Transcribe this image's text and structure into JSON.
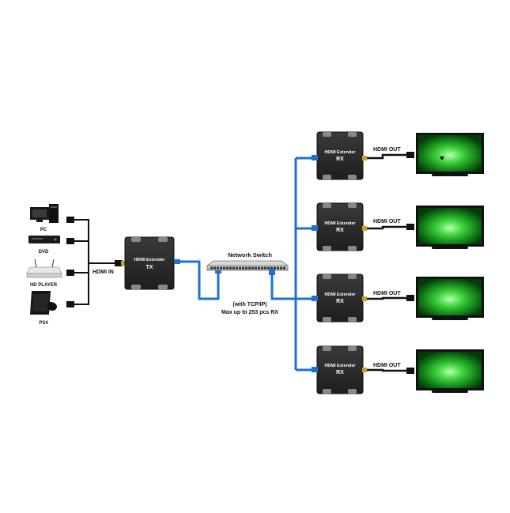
{
  "sources": [
    {
      "label": "PC",
      "icon": "pc-tower-monitor-icon"
    },
    {
      "label": "DVD",
      "icon": "dvd-player-icon"
    },
    {
      "label": "HD PLAYER",
      "icon": "hd-media-player-icon"
    },
    {
      "label": "PS4",
      "icon": "game-console-icon"
    }
  ],
  "hdmi_in_label": "HDMI IN",
  "transmitter": {
    "line1": "HDMI Extender",
    "line2": "TX"
  },
  "switch": {
    "label": "Network Switch"
  },
  "note": {
    "line1": "(with TCP/IP)",
    "line2": "Max up to 253 pcs RX"
  },
  "receivers": [
    {
      "line1": "HDMI Extender",
      "line2": "RX",
      "out_label": "HDMI OUT"
    },
    {
      "line1": "HDMI Extender",
      "line2": "RX",
      "out_label": "HDMI OUT"
    },
    {
      "line1": "HDMI Extender",
      "line2": "RX",
      "out_label": "HDMI OUT"
    },
    {
      "line1": "HDMI Extender",
      "line2": "RX",
      "out_label": "HDMI OUT"
    }
  ],
  "colors": {
    "network_cable": "#1f6fd6",
    "hdmi_cable": "#111111",
    "device_body": "#2b2b2b",
    "screen_glow": "#3ad23a"
  }
}
